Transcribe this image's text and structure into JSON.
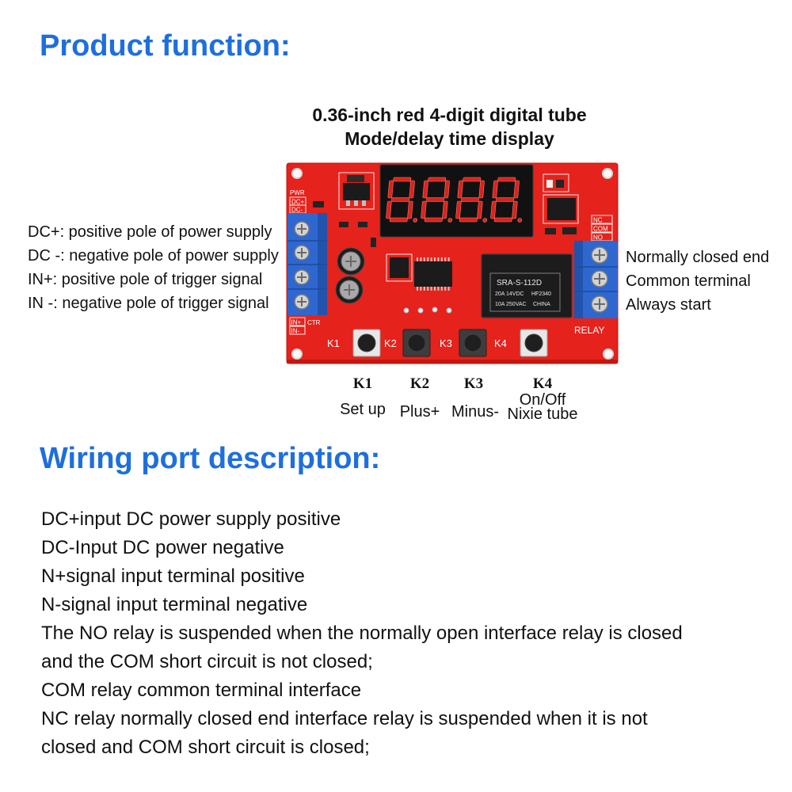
{
  "product_function": {
    "title": "Product function:"
  },
  "diagram": {
    "caption": {
      "line1": "0.36-inch red 4-digit digital tube",
      "line2": "Mode/delay time display"
    },
    "left_terminal_labels": [
      "DC+: positive pole of power supply",
      "DC -: negative pole of power supply",
      "IN+: positive pole of trigger signal",
      "IN -: negative pole of trigger signal"
    ],
    "right_terminal_labels": [
      "Normally closed end",
      "Common terminal",
      "Always start"
    ],
    "keys": [
      {
        "id": "K1",
        "function": "Set up"
      },
      {
        "id": "K2",
        "function": "Plus+"
      },
      {
        "id": "K3",
        "function": "Minus-"
      },
      {
        "id": "K4",
        "function_line1": "On/Off",
        "function_line2": "Nixie tube"
      }
    ],
    "board": {
      "silkscreen": {
        "pwr": "PWR",
        "dc_plus": "DC+",
        "dc_minus": "DC-",
        "in_plus": "IN+",
        "in_minus": "IN-",
        "ctr": "CTR",
        "nc": "NC",
        "com": "COM",
        "no": "NO",
        "relay": "RELAY"
      },
      "relay_marking": {
        "model": "SRA-S-112D",
        "rating1": "20A 14VDC",
        "code": "HF2340",
        "rating2": "10A 250VAC",
        "origin": "CHINA"
      }
    }
  },
  "wiring": {
    "title": "Wiring port description:",
    "lines": [
      "DC+input DC power supply positive",
      "DC-Input DC power negative",
      "N+signal input terminal positive",
      "N-signal input terminal negative",
      "The NO relay is suspended when the normally open interface relay is closed",
      "and the COM short circuit is not closed;",
      "COM relay common terminal interface",
      "NC relay normally closed end interface relay is suspended when it is not",
      "closed and COM short circuit is closed;"
    ]
  },
  "colors": {
    "heading_blue": "#1e6fdc",
    "pcb_red": "#e5221c",
    "terminal_blue": "#2e67cf",
    "display_segment_red": "#d8231d",
    "text": "#111111"
  }
}
